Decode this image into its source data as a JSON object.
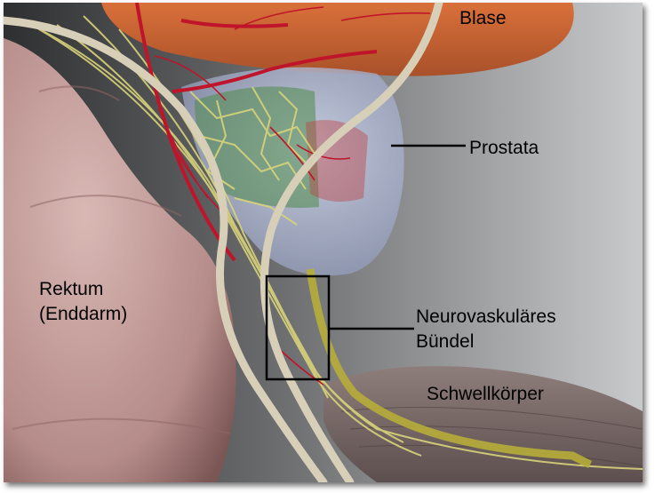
{
  "figure": {
    "labels": {
      "bladder": "Blase",
      "prostate": "Prostata",
      "rectum_line1": "Rektum",
      "rectum_line2": "(Enddarm)",
      "bundle_line1": "Neurovaskuläres",
      "bundle_line2": "Bündel",
      "corpus": "Schwellkörper"
    },
    "colors": {
      "background_dark": "#2e2f30",
      "background_light": "#c9cacb",
      "bladder": "#c8642f",
      "prostate": "#b9c7e8",
      "rectum": "#c9a3a0",
      "nerve": "#d8d37a",
      "artery": "#c0142a",
      "urethra": "#d8cfb8",
      "corpus": "#7d6e6c",
      "callout": "#000000"
    }
  }
}
